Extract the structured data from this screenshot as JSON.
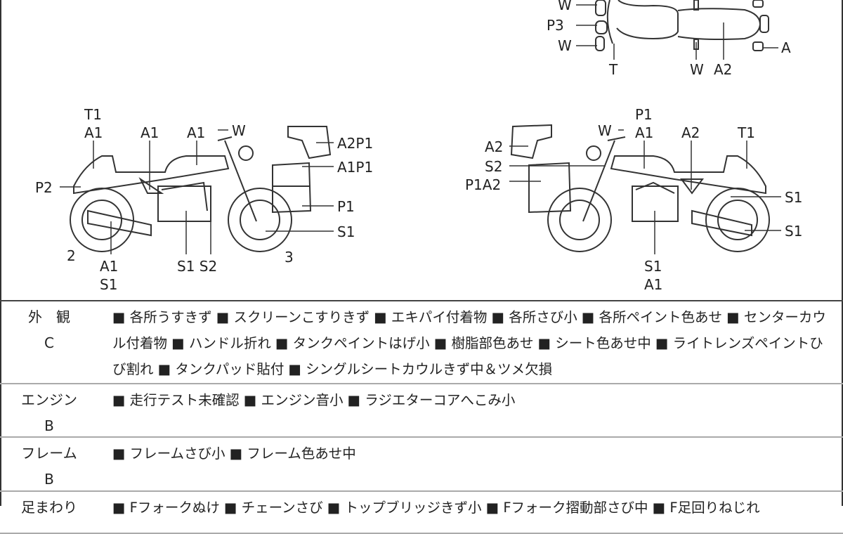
{
  "top_view_labels": {
    "w1": "W",
    "p3": "P3",
    "w2": "W",
    "t": "T",
    "w3": "W",
    "a2": "A2",
    "a": "A"
  },
  "left_view_labels": {
    "t1": "T1",
    "a1a": "A1",
    "a1b": "A1",
    "a1c": "A1",
    "w": "W",
    "a2p1": "A2P1",
    "a1p1": "A1P1",
    "p2": "P2",
    "p1": "P1",
    "s1": "S1",
    "n2": "2",
    "n3": "3",
    "a1d": "A1",
    "s1b": "S1",
    "s1s2": "S1 S2"
  },
  "right_view_labels": {
    "p1": "P1",
    "a1": "A1",
    "w": "W",
    "a2": "A2",
    "t1": "T1",
    "a2b": "A2",
    "s2": "S2",
    "p1a2": "P1A2",
    "s1a": "S1",
    "s1b": "S1",
    "s1c": "S1",
    "a1b": "A1"
  },
  "conditions": [
    {
      "category": "外　観",
      "grade": "C",
      "text": "■ 各所うすきず ■ スクリーンこすりきず ■ エキパイ付着物 ■ 各所さび小 ■ 各所ペイント色あせ ■ センターカウル付着物 ■ ハンドル折れ ■ タンクペイントはげ小 ■ 樹脂部色あせ ■ シート色あせ中 ■ ライトレンズペイントひび割れ ■ タンクパッド貼付 ■ シングルシートカウルきず中＆ツメ欠損"
    },
    {
      "category": "エンジン",
      "grade": "B",
      "text": "■ 走行テスト未確認 ■ エンジン音小 ■ ラジエターコアへこみ小"
    },
    {
      "category": "フレーム",
      "grade": "B",
      "text": "■ フレームさび小 ■ フレーム色あせ中"
    },
    {
      "category": "足まわり",
      "grade": "",
      "text": "■ Fフォークぬけ ■ チェーンさび ■ トップブリッジきず小 ■ Fフォーク摺動部さび中 ■ F足回りねじれ"
    }
  ]
}
